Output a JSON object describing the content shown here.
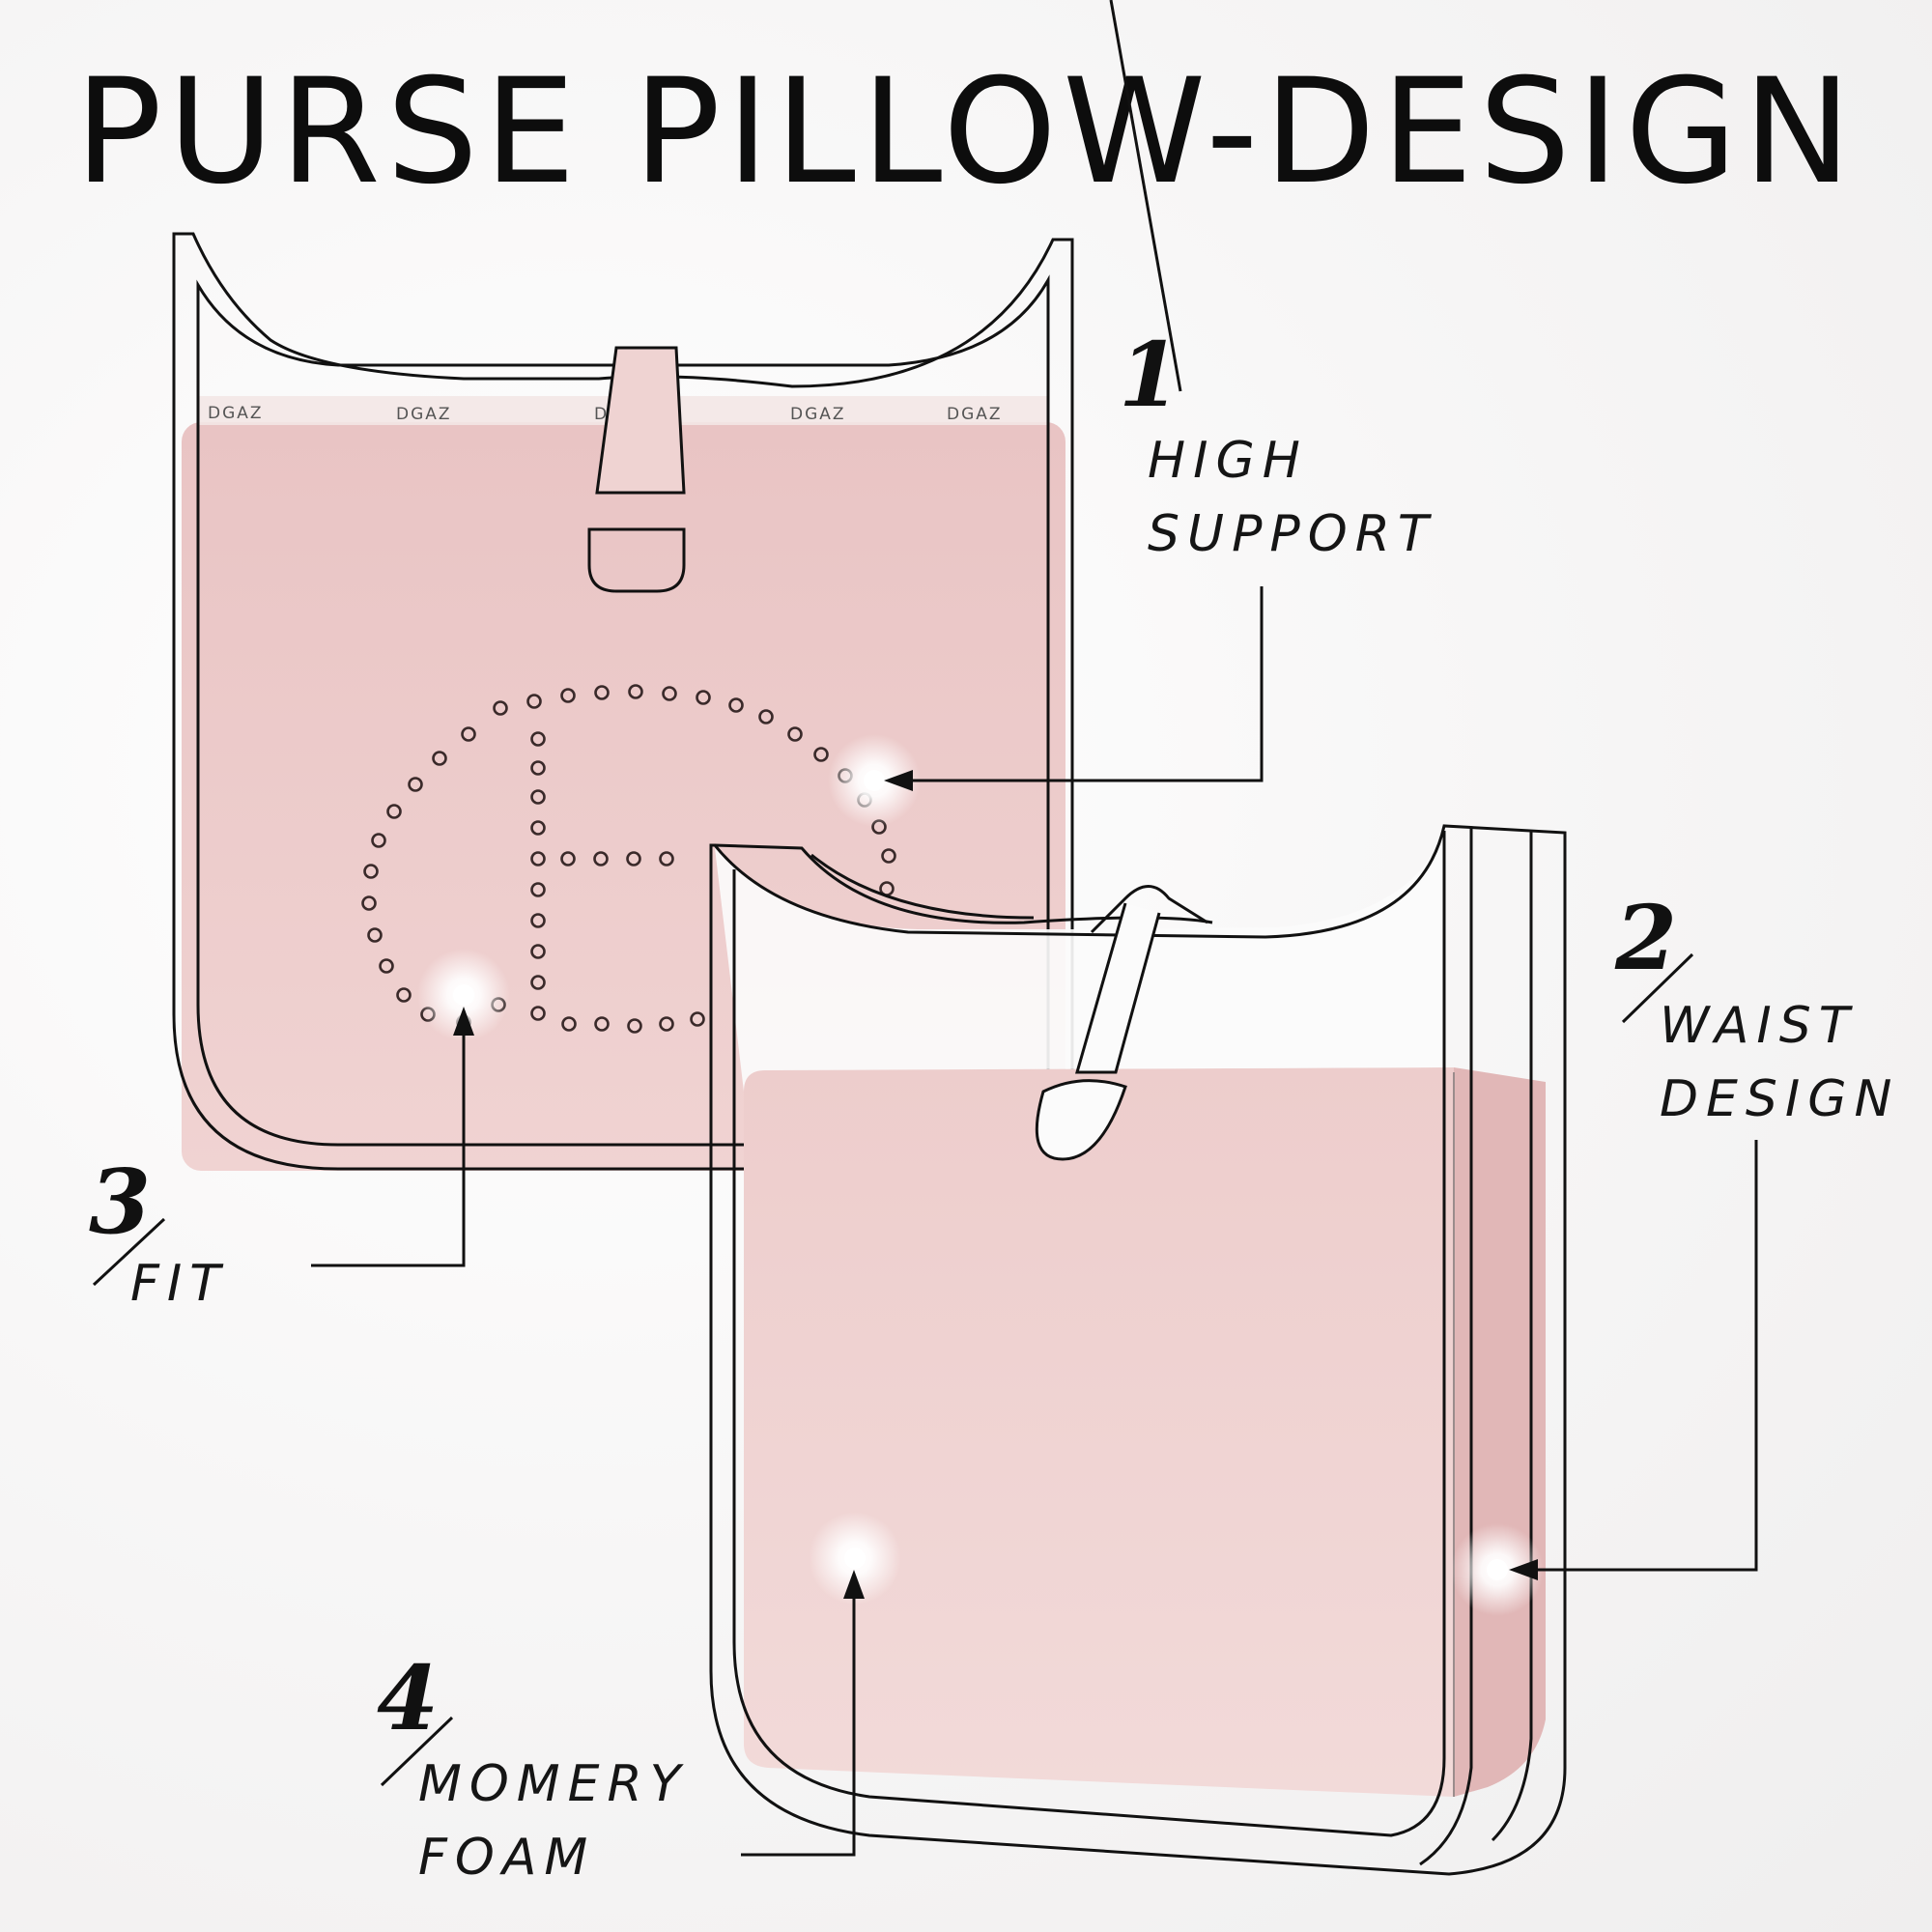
{
  "title": "PURSE PILLOW-DESIGN",
  "brand_mark": "DGAZ",
  "callouts": [
    {
      "number": "1",
      "line1": "HIGH",
      "line2": "SUPPORT"
    },
    {
      "number": "2",
      "line1": "WAIST",
      "line2": "DESIGN"
    },
    {
      "number": "3",
      "line1": "FIT",
      "line2": ""
    },
    {
      "number": "4",
      "line1": "MOMERY",
      "line2": "FOAM"
    }
  ],
  "colors": {
    "pillow": "#ecc9c8",
    "pillow_side": "#e2b6b6",
    "outline": "#111111",
    "background": "#f7f6f6"
  }
}
